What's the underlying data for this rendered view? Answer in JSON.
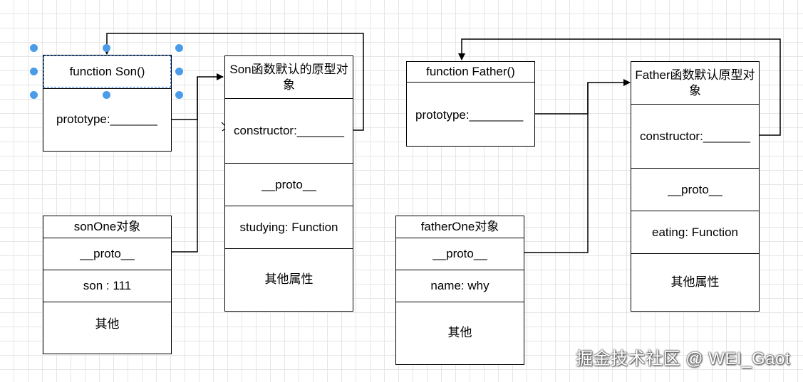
{
  "son_fn": {
    "title": "function Son()",
    "prototype": "prototype:_______"
  },
  "son_proto": {
    "title": "Son函数默认的原型对象",
    "constructor": "constructor:_______",
    "proto": "__proto__",
    "method": "studying: Function",
    "other": "其他属性"
  },
  "son_one": {
    "title": "sonOne对象",
    "proto": "__proto__",
    "prop": "son : 111",
    "other": "其他"
  },
  "father_fn": {
    "title": "function Father()",
    "prototype": "prototype:________"
  },
  "father_proto": {
    "title": "Father函数默认原型对象",
    "constructor": "constructor:_______",
    "proto": "__proto__",
    "method": "eating: Function",
    "other": "其他属性"
  },
  "father_one": {
    "title": "fatherOne对象",
    "proto": "__proto__",
    "prop": "name: why",
    "other": "其他"
  },
  "watermark": "掘金技术社区 @ WEI_Gaot"
}
